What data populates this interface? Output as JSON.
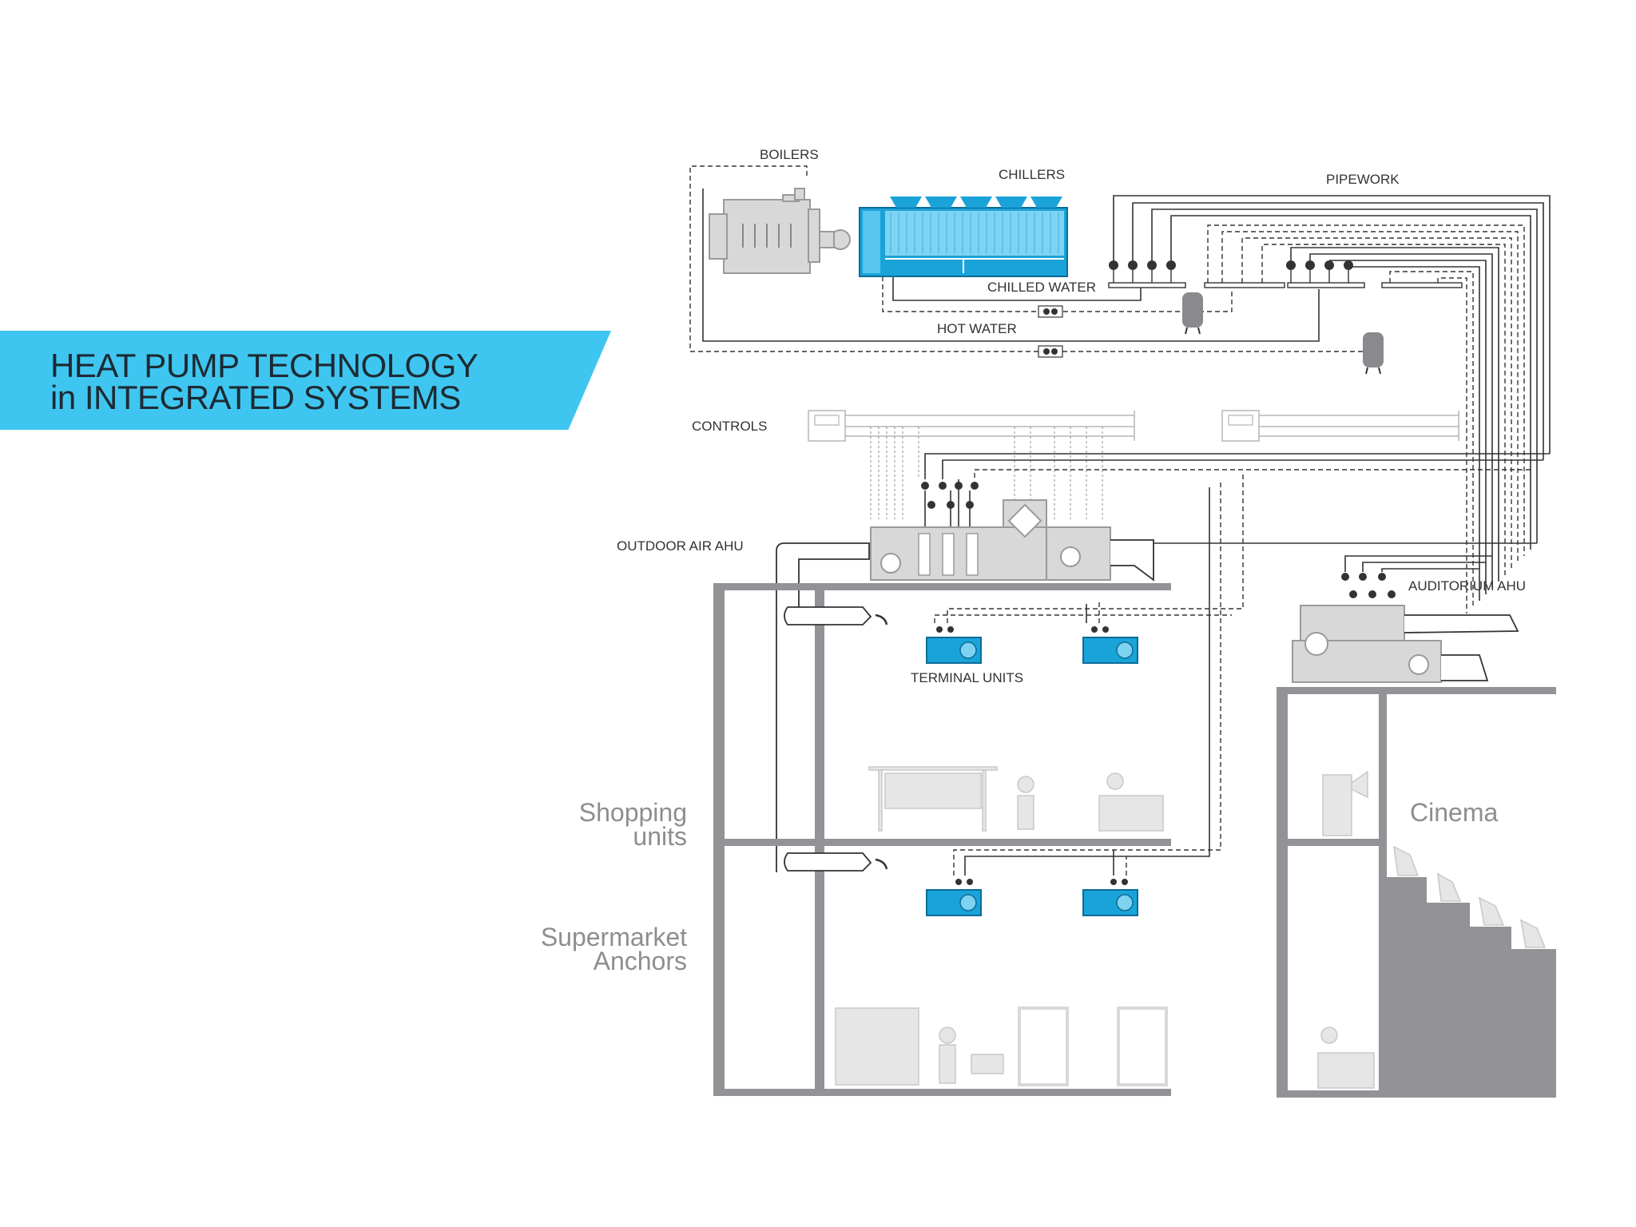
{
  "banner": {
    "line1": "HEAT PUMP TECHNOLOGY",
    "line2": "in INTEGRATED SYSTEMS"
  },
  "labels": {
    "boilers": "BOILERS",
    "chillers": "CHILLERS",
    "pipework": "PIPEWORK",
    "chilled_water": "CHILLED WATER",
    "hot_water": "HOT WATER",
    "controls": "CONTROLS",
    "outdoor_air_ahu": "OUTDOOR AIR AHU",
    "auditorium_ahu": "AUDITORIUM AHU",
    "terminal_units": "TERMINAL UNITS"
  },
  "zones": {
    "shopping_line1": "Shopping",
    "shopping_line2": "units",
    "supermarket_line1": "Supermarket",
    "supermarket_line2": "Anchors",
    "cinema": "Cinema"
  },
  "colors": {
    "banner": "#3fc6f0",
    "chiller": "#1aa3d9",
    "terminal_unit": "#1aa3d9",
    "wall": "#929297"
  }
}
